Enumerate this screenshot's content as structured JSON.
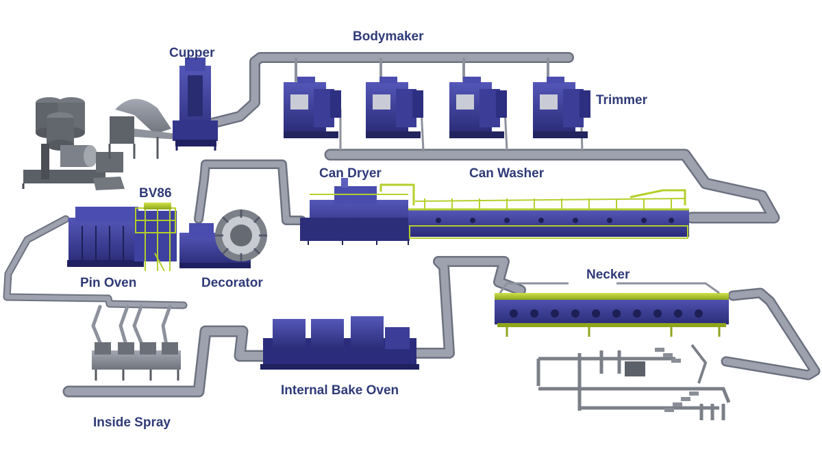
{
  "labels": {
    "cupper": "Cupper",
    "bodymaker": "Bodymaker",
    "trimmer": "Trimmer",
    "can_dryer": "Can Dryer",
    "can_washer": "Can Washer",
    "bv86": "BV86",
    "pin_oven": "Pin Oven",
    "decorator": "Decorator",
    "necker": "Necker",
    "internal_bake_oven": "Internal Bake Oven",
    "inside_spray": "Inside Spray"
  },
  "colors": {
    "label_text": "#2f3a78",
    "machine_blue": "#3d3f9c",
    "machine_blue_dark": "#24266a",
    "accent_yellow_green": "#b5cf2a",
    "conveyor_gray": "#8c919c",
    "steel_gray": "#6d7178",
    "background": "#ffffff"
  }
}
